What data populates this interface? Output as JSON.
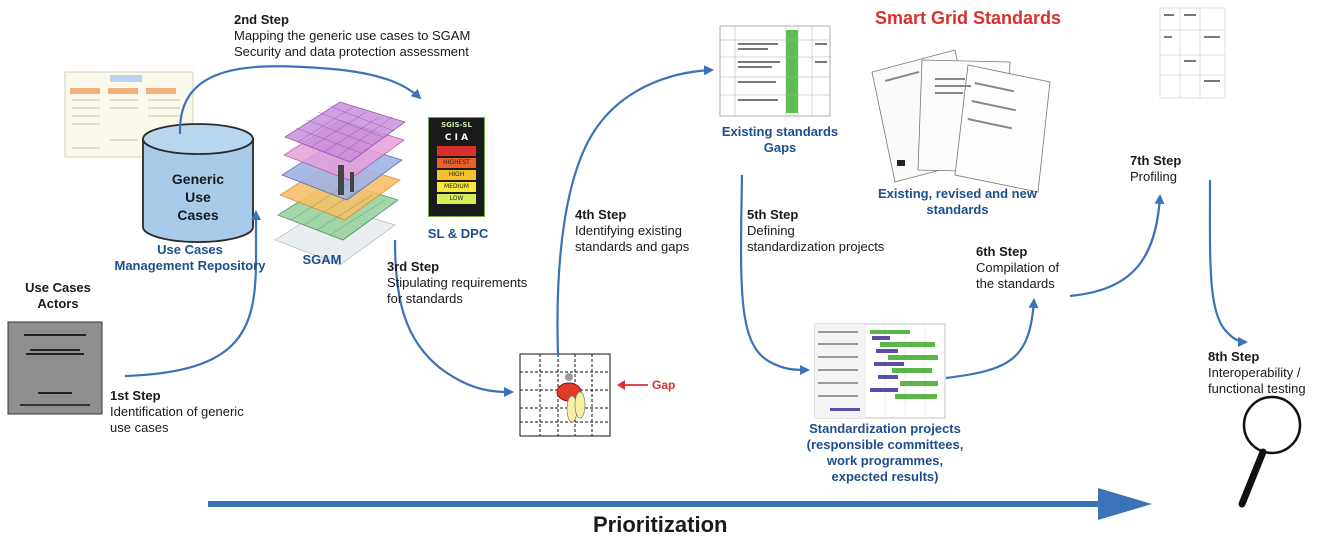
{
  "title": "Smart Grid Standards",
  "steps": [
    {
      "title": "1st Step",
      "desc": [
        "Identification of generic",
        "use cases"
      ]
    },
    {
      "title": "2nd Step",
      "desc": [
        "Mapping the generic use cases to SGAM",
        "Security and data protection assessment"
      ]
    },
    {
      "title": "3rd Step",
      "desc": [
        "Stipulating requirements",
        "for standards"
      ]
    },
    {
      "title": "4th Step",
      "desc": [
        "Identifying existing",
        "standards and gaps"
      ]
    },
    {
      "title": "5th Step",
      "desc": [
        "Defining",
        "standardization projects"
      ]
    },
    {
      "title": "6th Step",
      "desc": [
        "Compilation of",
        "the standards"
      ]
    },
    {
      "title": "7th Step",
      "desc": [
        "Profiling"
      ]
    },
    {
      "title": "8th Step",
      "desc": [
        "Interoperability /",
        "functional testing"
      ]
    }
  ],
  "labels": {
    "use_cases_actors": [
      "Use Cases",
      "Actors"
    ],
    "generic_use_cases": [
      "Generic",
      "Use",
      "Cases"
    ],
    "repository": [
      "Use Cases",
      "Management Repository"
    ],
    "sgam": "SGAM",
    "sl_dpc": "SL & DPC",
    "existing_standards": [
      "Existing standards",
      "Gaps"
    ],
    "existing_revised_new": [
      "Existing, revised and new",
      "standards"
    ],
    "standardization_projects": [
      "Standardization projects",
      "(responsible committees,",
      "work programmes,",
      "expected results)"
    ],
    "gap": "Gap",
    "prioritization": "Prioritization"
  },
  "sgis_card": {
    "title": "SGIS-SL",
    "cia": "C  I  A",
    "levels": [
      "HIGHEST",
      "HIGH",
      "MEDIUM",
      "LOW"
    ],
    "level_colors": [
      "#d8312c",
      "#e8622a",
      "#f2c12e",
      "#f5e93a",
      "#d9ec5a"
    ]
  },
  "colors": {
    "arrow": "#3b72b8",
    "label_blue": "#1f4e8c",
    "accent_red": "#d8312c",
    "cylinder_fill": "#a9cbea",
    "gantt_green": "#59b848",
    "gantt_purple": "#5b4ea8"
  }
}
